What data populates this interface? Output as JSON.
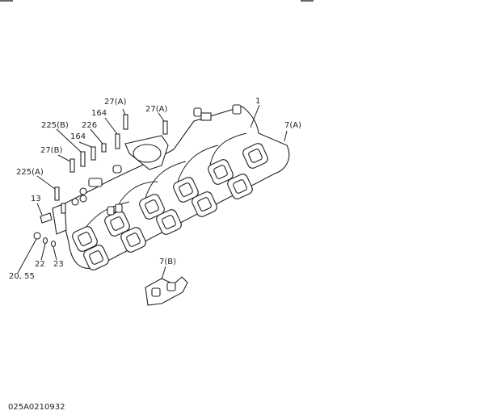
{
  "diagram": {
    "drawing_code": "025A0210932",
    "callouts": [
      {
        "id": "c1",
        "text": "1"
      },
      {
        "id": "c7a",
        "text": "7(A)"
      },
      {
        "id": "c27a1",
        "text": "27(A)"
      },
      {
        "id": "c27a2",
        "text": "27(A)"
      },
      {
        "id": "c164a",
        "text": "164"
      },
      {
        "id": "c226",
        "text": "226"
      },
      {
        "id": "c225b",
        "text": "225(B)"
      },
      {
        "id": "c164b",
        "text": "164"
      },
      {
        "id": "c27b",
        "text": "27(B)"
      },
      {
        "id": "c225a",
        "text": "225(A)"
      },
      {
        "id": "c13",
        "text": "13"
      },
      {
        "id": "c2055",
        "text": "20, 55"
      },
      {
        "id": "c22",
        "text": "22"
      },
      {
        "id": "c23",
        "text": "23"
      },
      {
        "id": "c7b",
        "text": "7(B)"
      }
    ]
  }
}
